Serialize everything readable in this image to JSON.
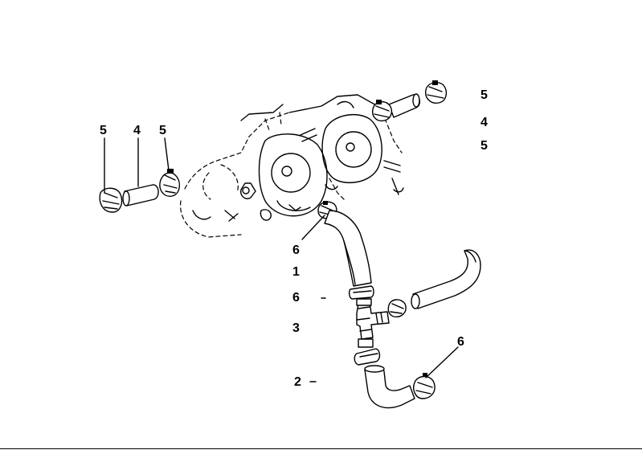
{
  "diagram": {
    "callouts": {
      "left_clamp_a": "5",
      "left_hose": "4",
      "left_clamp_b": "5",
      "right_clamp_a": "5",
      "right_hose": "4",
      "right_clamp_b": "5",
      "clamp_upper": "6",
      "hose_upper": "1",
      "clamp_mid": "6",
      "tee_piece": "3",
      "hose_lower": "2",
      "clamp_lower": "6"
    }
  }
}
